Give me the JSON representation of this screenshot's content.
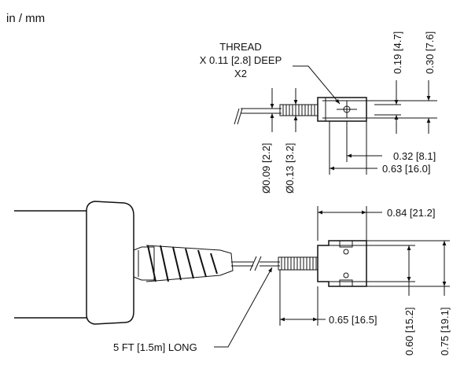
{
  "units": "in / mm",
  "thread_note": {
    "line1": "THREAD",
    "line2": "X 0.11 [2.8] DEEP",
    "line3": "X2"
  },
  "dims": {
    "d1": "0.19 [4.7]",
    "d2": "0.30 [7.6]",
    "d3": "0.32 [8.1]",
    "d4": "0.63 [16.0]",
    "d5": "Ø0.09 [2.2]",
    "d6": "Ø0.13 [3.2]",
    "d7": "0.84 [21.2]",
    "d8": "0.65 [16.5]",
    "d9": "0.60 [15.2]",
    "d10": "0.75 [19.1]"
  },
  "cable_note": "5 FT [1.5m] LONG",
  "colors": {
    "ink": "#111111",
    "background": "#ffffff"
  }
}
